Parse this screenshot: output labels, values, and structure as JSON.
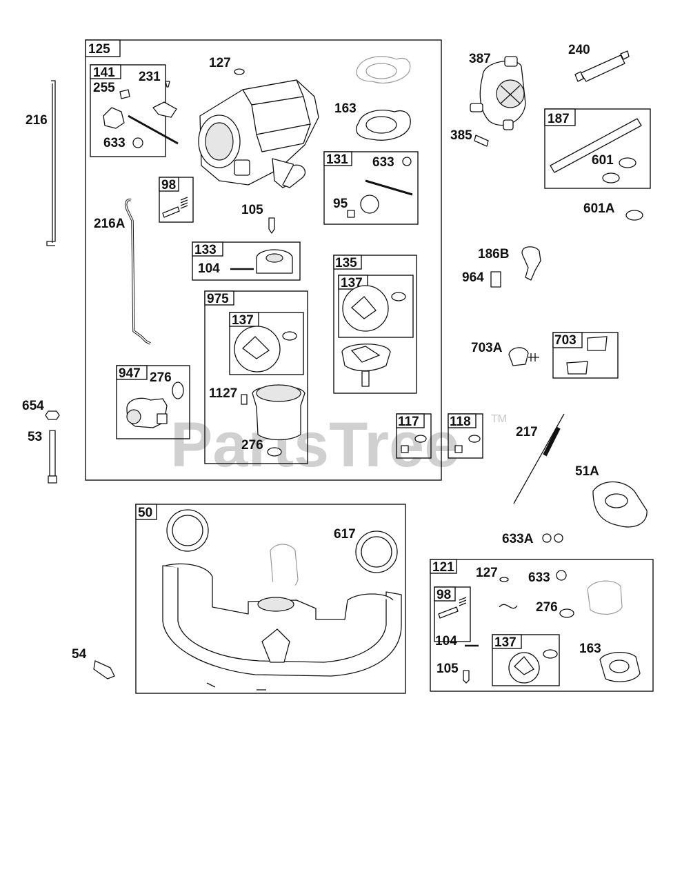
{
  "watermark": {
    "text": "PartsTree",
    "tm": "TM"
  },
  "labels": {
    "l125": "125",
    "l141": "141",
    "l231": "231",
    "l255": "255",
    "l633a": "633",
    "l127a": "127",
    "l163a": "163",
    "l216": "216",
    "l216A": "216A",
    "l98a": "98",
    "l105a": "105",
    "l131": "131",
    "l633b": "633",
    "l95": "95",
    "l133": "133",
    "l104a": "104",
    "l135": "135",
    "l137a": "137",
    "l975": "975",
    "l137b": "137",
    "l1127": "1127",
    "l276a": "276",
    "l947": "947",
    "l276b": "276",
    "l654": "654",
    "l53": "53",
    "l117": "117",
    "l118": "118",
    "l387": "387",
    "l240": "240",
    "l385": "385",
    "l187": "187",
    "l601": "601",
    "l601A": "601A",
    "l186B": "186B",
    "l964": "964",
    "l703A": "703A",
    "l703": "703",
    "l217": "217",
    "l51A": "51A",
    "l633A": "633A",
    "l50": "50",
    "l617": "617",
    "l54": "54",
    "l121": "121",
    "l127b": "127",
    "l633c": "633",
    "l98b": "98",
    "l276c": "276",
    "l104b": "104",
    "l137c": "137",
    "l163b": "163",
    "l105b": "105"
  }
}
